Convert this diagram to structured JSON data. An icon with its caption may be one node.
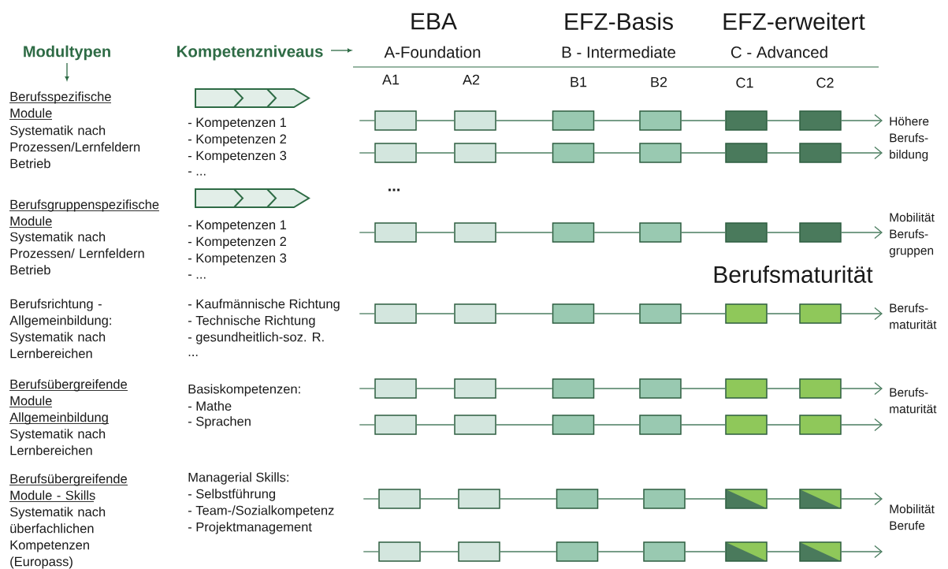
{
  "diagram": {
    "nodes": [
      {
        "text": [],
        "shape": "box"
      },
      {
        "text": [],
        "shape": "box"
      },
      {
        "text": [],
        "shape": "box"
      },
      {
        "text": [],
        "shape": "box"
      },
      {
        "text": [],
        "shape": "box"
      },
      {
        "text": [],
        "shape": "box"
      },
      {
        "text": [],
        "shape": "box"
      },
      {
        "text": [],
        "shape": "box"
      },
      {
        "text": [],
        "shape": "box"
      },
      {
        "text": [],
        "shape": "box"
      },
      {
        "text": [],
        "shape": "box"
      },
      {
        "text": [],
        "shape": "box"
      },
      {
        "text": [],
        "shape": "box"
      },
      {
        "text": [],
        "shape": "box"
      },
      {
        "text": [],
        "shape": "box"
      },
      {
        "text": [],
        "shape": "box"
      },
      {
        "text": [],
        "shape": "box"
      },
      {
        "text": [],
        "shape": "box"
      },
      {
        "text": [],
        "shape": "box"
      },
      {
        "text": [],
        "shape": "box"
      },
      {
        "text": [],
        "shape": "box"
      },
      {
        "text": [],
        "shape": "box"
      },
      {
        "text": [],
        "shape": "box"
      },
      {
        "text": [],
        "shape": "box"
      },
      {
        "text": [],
        "shape": "box"
      },
      {
        "text": [],
        "shape": "box"
      },
      {
        "text": [],
        "shape": "box"
      },
      {
        "text": [],
        "shape": "box"
      },
      {
        "text": [],
        "shape": "box"
      },
      {
        "text": [],
        "shape": "box"
      },
      {
        "text": [],
        "shape": "box"
      },
      {
        "text": [],
        "shape": "box"
      },
      {
        "text": [],
        "shape": "box"
      },
      {
        "text": [],
        "shape": "box"
      },
      {
        "text": [],
        "shape": "box"
      },
      {
        "text": [],
        "shape": "box"
      },
      {
        "text": [],
        "shape": "box"
      },
      {
        "text": [],
        "shape": "box"
      },
      {
        "text": [],
        "shape": "box"
      },
      {
        "text": [],
        "shape": "box"
      },
      {
        "text": [],
        "shape": "box"
      },
      {
        "text": [],
        "shape": "box"
      },
      {
        "text": [],
        "shape": "box"
      },
      {
        "text": [],
        "shape": "box"
      },
      {
        "text": [],
        "shape": "box"
      },
      {
        "text": [],
        "shape": "box"
      },
      {
        "text": [],
        "shape": "box"
      },
      {
        "text": [],
        "shape": "box"
      },
      {
        "text": [
          "Höhere Berufs- bildung"
        ]
      },
      {
        "text": [
          "Mobilität Berufs- gruppen"
        ]
      },
      {
        "text": [
          "Berufs- maturität"
        ]
      },
      {
        "text": [
          "Berufs- maturität"
        ]
      },
      {
        "text": [
          "Mobilität Berufe"
        ]
      }
    ],
    "edges": [
      {
        "from": null,
        "to": 0,
        "arrow": "none"
      },
      {
        "from": 0,
        "to": 1,
        "arrow": "none"
      },
      {
        "from": 1,
        "to": 2,
        "arrow": "none"
      },
      {
        "from": 2,
        "to": 3,
        "arrow": "none"
      },
      {
        "from": 3,
        "to": 4,
        "arrow": "none"
      },
      {
        "from": 4,
        "to": 5,
        "arrow": "none"
      },
      {
        "from": 5,
        "to": 48,
        "arrow": "to"
      },
      {
        "from": null,
        "to": 6,
        "arrow": "none"
      },
      {
        "from": 6,
        "to": 7,
        "arrow": "none"
      },
      {
        "from": 7,
        "to": 8,
        "arrow": "none"
      },
      {
        "from": 8,
        "to": 9,
        "arrow": "none"
      },
      {
        "from": 9,
        "to": 10,
        "arrow": "none"
      },
      {
        "from": 10,
        "to": 11,
        "arrow": "none"
      },
      {
        "from": 11,
        "to": 48,
        "arrow": "to"
      },
      {
        "from": null,
        "to": 12,
        "arrow": "none"
      },
      {
        "from": 12,
        "to": 13,
        "arrow": "none"
      },
      {
        "from": 13,
        "to": 14,
        "arrow": "none"
      },
      {
        "from": 14,
        "to": 15,
        "arrow": "none"
      },
      {
        "from": 15,
        "to": 16,
        "arrow": "none"
      },
      {
        "from": 16,
        "to": 17,
        "arrow": "none"
      },
      {
        "from": 17,
        "to": 49,
        "arrow": "to"
      },
      {
        "from": null,
        "to": 18,
        "arrow": "none"
      },
      {
        "from": 18,
        "to": 19,
        "arrow": "none"
      },
      {
        "from": 19,
        "to": 20,
        "arrow": "none"
      },
      {
        "from": 20,
        "to": 21,
        "arrow": "none"
      },
      {
        "from": 21,
        "to": 22,
        "arrow": "none"
      },
      {
        "from": 22,
        "to": 23,
        "arrow": "none"
      },
      {
        "from": 23,
        "to": 50,
        "arrow": "to"
      },
      {
        "from": null,
        "to": 24,
        "arrow": "none"
      },
      {
        "from": 24,
        "to": 25,
        "arrow": "none"
      },
      {
        "from": 25,
        "to": 26,
        "arrow": "none"
      },
      {
        "from": 26,
        "to": 27,
        "arrow": "none"
      },
      {
        "from": 27,
        "to": 28,
        "arrow": "none"
      },
      {
        "from": 28,
        "to": 29,
        "arrow": "none"
      },
      {
        "from": 29,
        "to": 51,
        "arrow": "to"
      },
      {
        "from": null,
        "to": 30,
        "arrow": "none"
      },
      {
        "from": 30,
        "to": 31,
        "arrow": "none"
      },
      {
        "from": 31,
        "to": 32,
        "arrow": "none"
      },
      {
        "from": 32,
        "to": 33,
        "arrow": "none"
      },
      {
        "from": 33,
        "to": 34,
        "arrow": "none"
      },
      {
        "from": 34,
        "to": 35,
        "arrow": "none"
      },
      {
        "from": 35,
        "to": 51,
        "arrow": "to"
      },
      {
        "from": null,
        "to": 36,
        "arrow": "none"
      },
      {
        "from": 36,
        "to": 37,
        "arrow": "none"
      },
      {
        "from": 37,
        "to": 38,
        "arrow": "none"
      },
      {
        "from": 38,
        "to": 39,
        "arrow": "none"
      },
      {
        "from": 39,
        "to": 40,
        "arrow": "none"
      },
      {
        "from": 40,
        "to": 41,
        "arrow": "none"
      },
      {
        "from": 41,
        "to": 52,
        "arrow": "to"
      },
      {
        "from": null,
        "to": 42,
        "arrow": "none"
      },
      {
        "from": 42,
        "to": 43,
        "arrow": "none"
      },
      {
        "from": 43,
        "to": 44,
        "arrow": "none"
      },
      {
        "from": 44,
        "to": 45,
        "arrow": "none"
      },
      {
        "from": 45,
        "to": 46,
        "arrow": "none"
      },
      {
        "from": 46,
        "to": 47,
        "arrow": "none"
      },
      {
        "from": 47,
        "to": 52,
        "arrow": "to"
      }
    ],
    "labels": [
      "EBA",
      "EFZ-Basis",
      "EFZ-erweitert",
      "Modultypen",
      "Kompetenzniveaus",
      "A-Foundation",
      "B - Intermediate",
      "C - Advanced",
      "A1",
      "A2",
      "B1",
      "B2",
      "C1",
      "C2",
      "Berufsspezifische Module",
      "Systematik nach Prozessen/Lernfeldern Betrieb",
      "- Kompetenzen 1",
      "- Kompetenzen 2",
      "- Kompetenzen 3",
      "- ...",
      "...",
      "Berufsgruppenspezifische Module",
      "Systematik nach Prozessen/ Lernfeldern Betrieb",
      "- Kompetenzen 1",
      "- Kompetenzen 2",
      "- Kompetenzen 3",
      "- ...",
      "Berufsmaturität",
      "Berufsrichtung - Allgemeinbildung: Systematik nach Lernbereichen",
      "- Kaufmännische Richtung",
      "- Technische Richtung",
      "- gesundheitlich-soz. R.",
      "...",
      "Berufsübergreifende Module Allgemeinbildung",
      "Systematik nach Lernbereichen",
      "Basiskompetenzen:",
      "- Mathe",
      "- Sprachen",
      "Berufsübergreifende Module - Skills",
      "Systematik nach überfachlichen Kompetenzen (Europass)",
      "Managerial Skills:",
      "- Selbstführung",
      "- Team-/Sozialkompetenz",
      "- Projektmanagement"
    ]
  }
}
